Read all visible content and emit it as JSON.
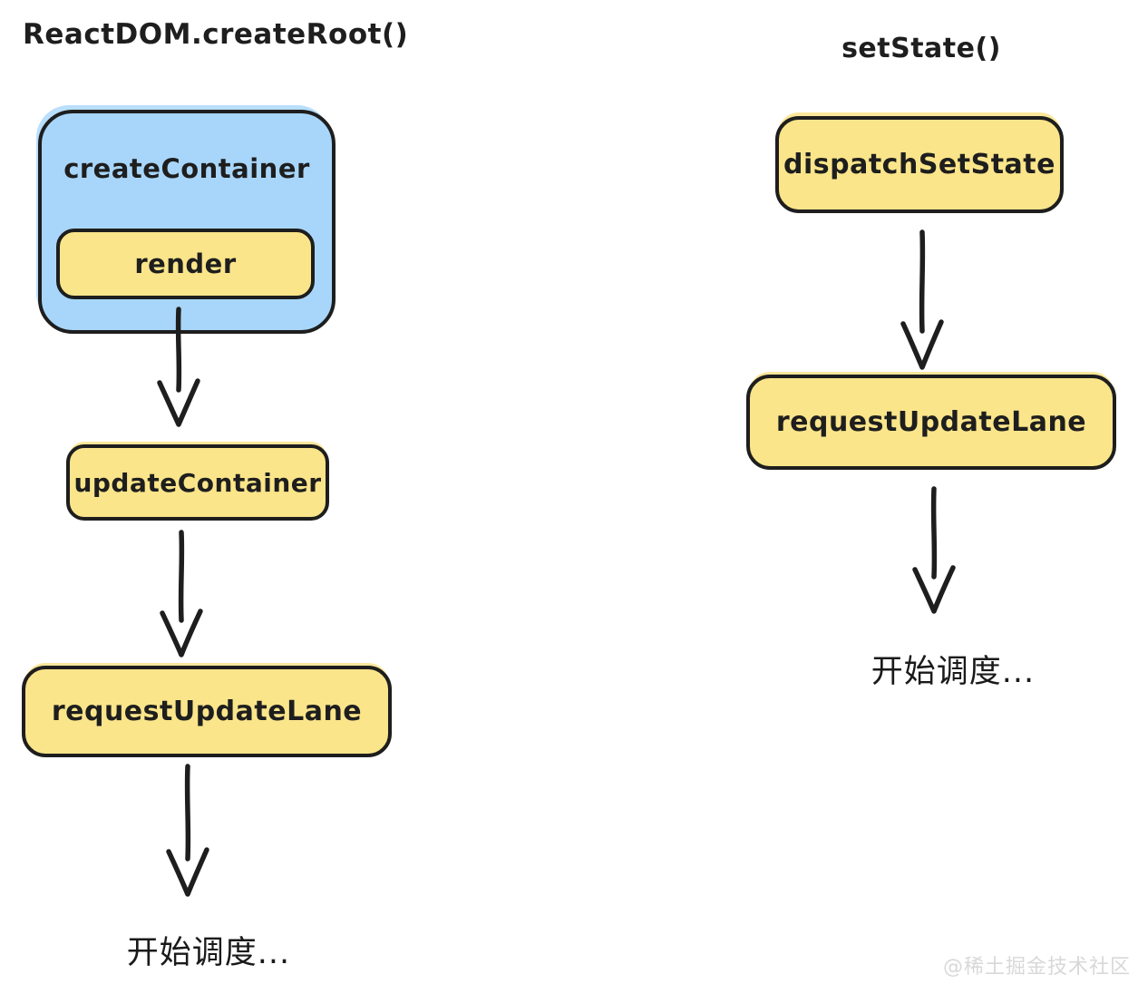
{
  "diagram": {
    "watermark": "@稀土掘金技术社区",
    "colors": {
      "node_blue": "#a8d6fa",
      "node_yellow": "#fae58a",
      "stroke": "#1e1e1e",
      "watermark_gray": "#d8d8d8",
      "background": "#ffffff"
    },
    "left_flow": {
      "title": "ReactDOM.createRoot()",
      "outer_node": "createContainer",
      "inner_node": "render",
      "node2": "updateContainer",
      "node3": "requestUpdateLane",
      "end_text": "开始调度..."
    },
    "right_flow": {
      "title": "setState()",
      "node1": "dispatchSetState",
      "node2": "requestUpdateLane",
      "end_text": "开始调度..."
    }
  }
}
